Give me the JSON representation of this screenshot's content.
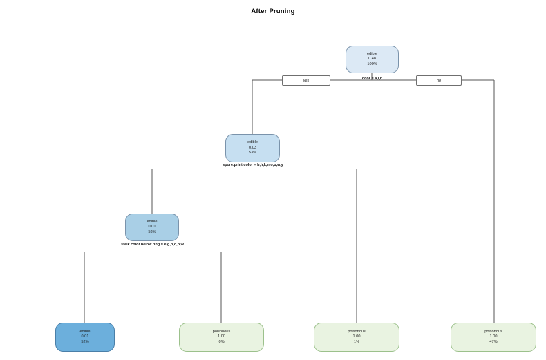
{
  "chart": {
    "title": "After Pruning",
    "type": "tree",
    "description": "Decision tree diagram (rpart-style) for mushroom edibility after pruning",
    "edge_labels": {
      "yes": "yes",
      "no": "no"
    },
    "colors": {
      "root_fill": "#dce9f5",
      "level2_fill": "#c6dff1",
      "level3_fill": "#a9cfe6",
      "edible_leaf_fill": "#6cafdc",
      "poisonous_leaf_fill": "#e9f3e1",
      "node_border": "#7a93ab",
      "leaf_border": "#9cc18c",
      "connector": "#555555"
    },
    "nodes": [
      {
        "id": "root",
        "class_label": "edible",
        "probability": "0.48",
        "percent": "100%",
        "split": "odor = a,l,n",
        "kind": "internal"
      },
      {
        "id": "n2",
        "class_label": "edible",
        "probability": "0.03",
        "percent": "53%",
        "split": "spore.print.color = b,h,k,n,o,u,w,y",
        "kind": "internal"
      },
      {
        "id": "n3",
        "class_label": "edible",
        "probability": "0.01",
        "percent": "53%",
        "split": "stalk.color.below.ring = e,g,n,o,p,w",
        "kind": "internal"
      },
      {
        "id": "leaf1",
        "class_label": "edible",
        "probability": "0.01",
        "percent": "52%",
        "kind": "leaf",
        "outcome": "edible"
      },
      {
        "id": "leaf2",
        "class_label": "poisonous",
        "probability": "1.00",
        "percent": "0%",
        "kind": "leaf",
        "outcome": "poisonous"
      },
      {
        "id": "leaf3",
        "class_label": "poisonous",
        "probability": "1.00",
        "percent": "1%",
        "kind": "leaf",
        "outcome": "poisonous"
      },
      {
        "id": "leaf4",
        "class_label": "poisonous",
        "probability": "1.00",
        "percent": "47%",
        "kind": "leaf",
        "outcome": "poisonous"
      }
    ]
  }
}
